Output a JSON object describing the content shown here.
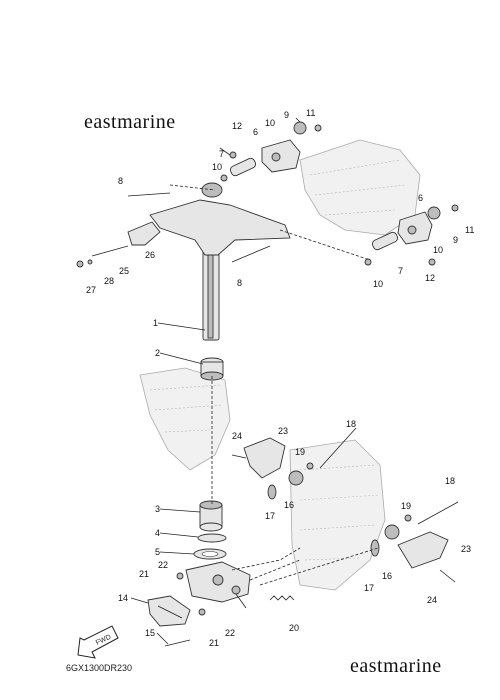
{
  "watermark_top": "eastmarine",
  "watermark_bottom": "eastmarine",
  "diagram_code": "6GX1300DR230",
  "fwd_arrow_label": "FWD",
  "callouts": [
    "1",
    "2",
    "3",
    "4",
    "5",
    "6",
    "6",
    "7",
    "7",
    "8",
    "8",
    "9",
    "9",
    "10",
    "10",
    "10",
    "10",
    "11",
    "11",
    "12",
    "12",
    "14",
    "15",
    "16",
    "16",
    "17",
    "17",
    "18",
    "18",
    "19",
    "19",
    "20",
    "21",
    "21",
    "22",
    "22",
    "23",
    "23",
    "24",
    "24",
    "25",
    "26",
    "27",
    "28"
  ]
}
